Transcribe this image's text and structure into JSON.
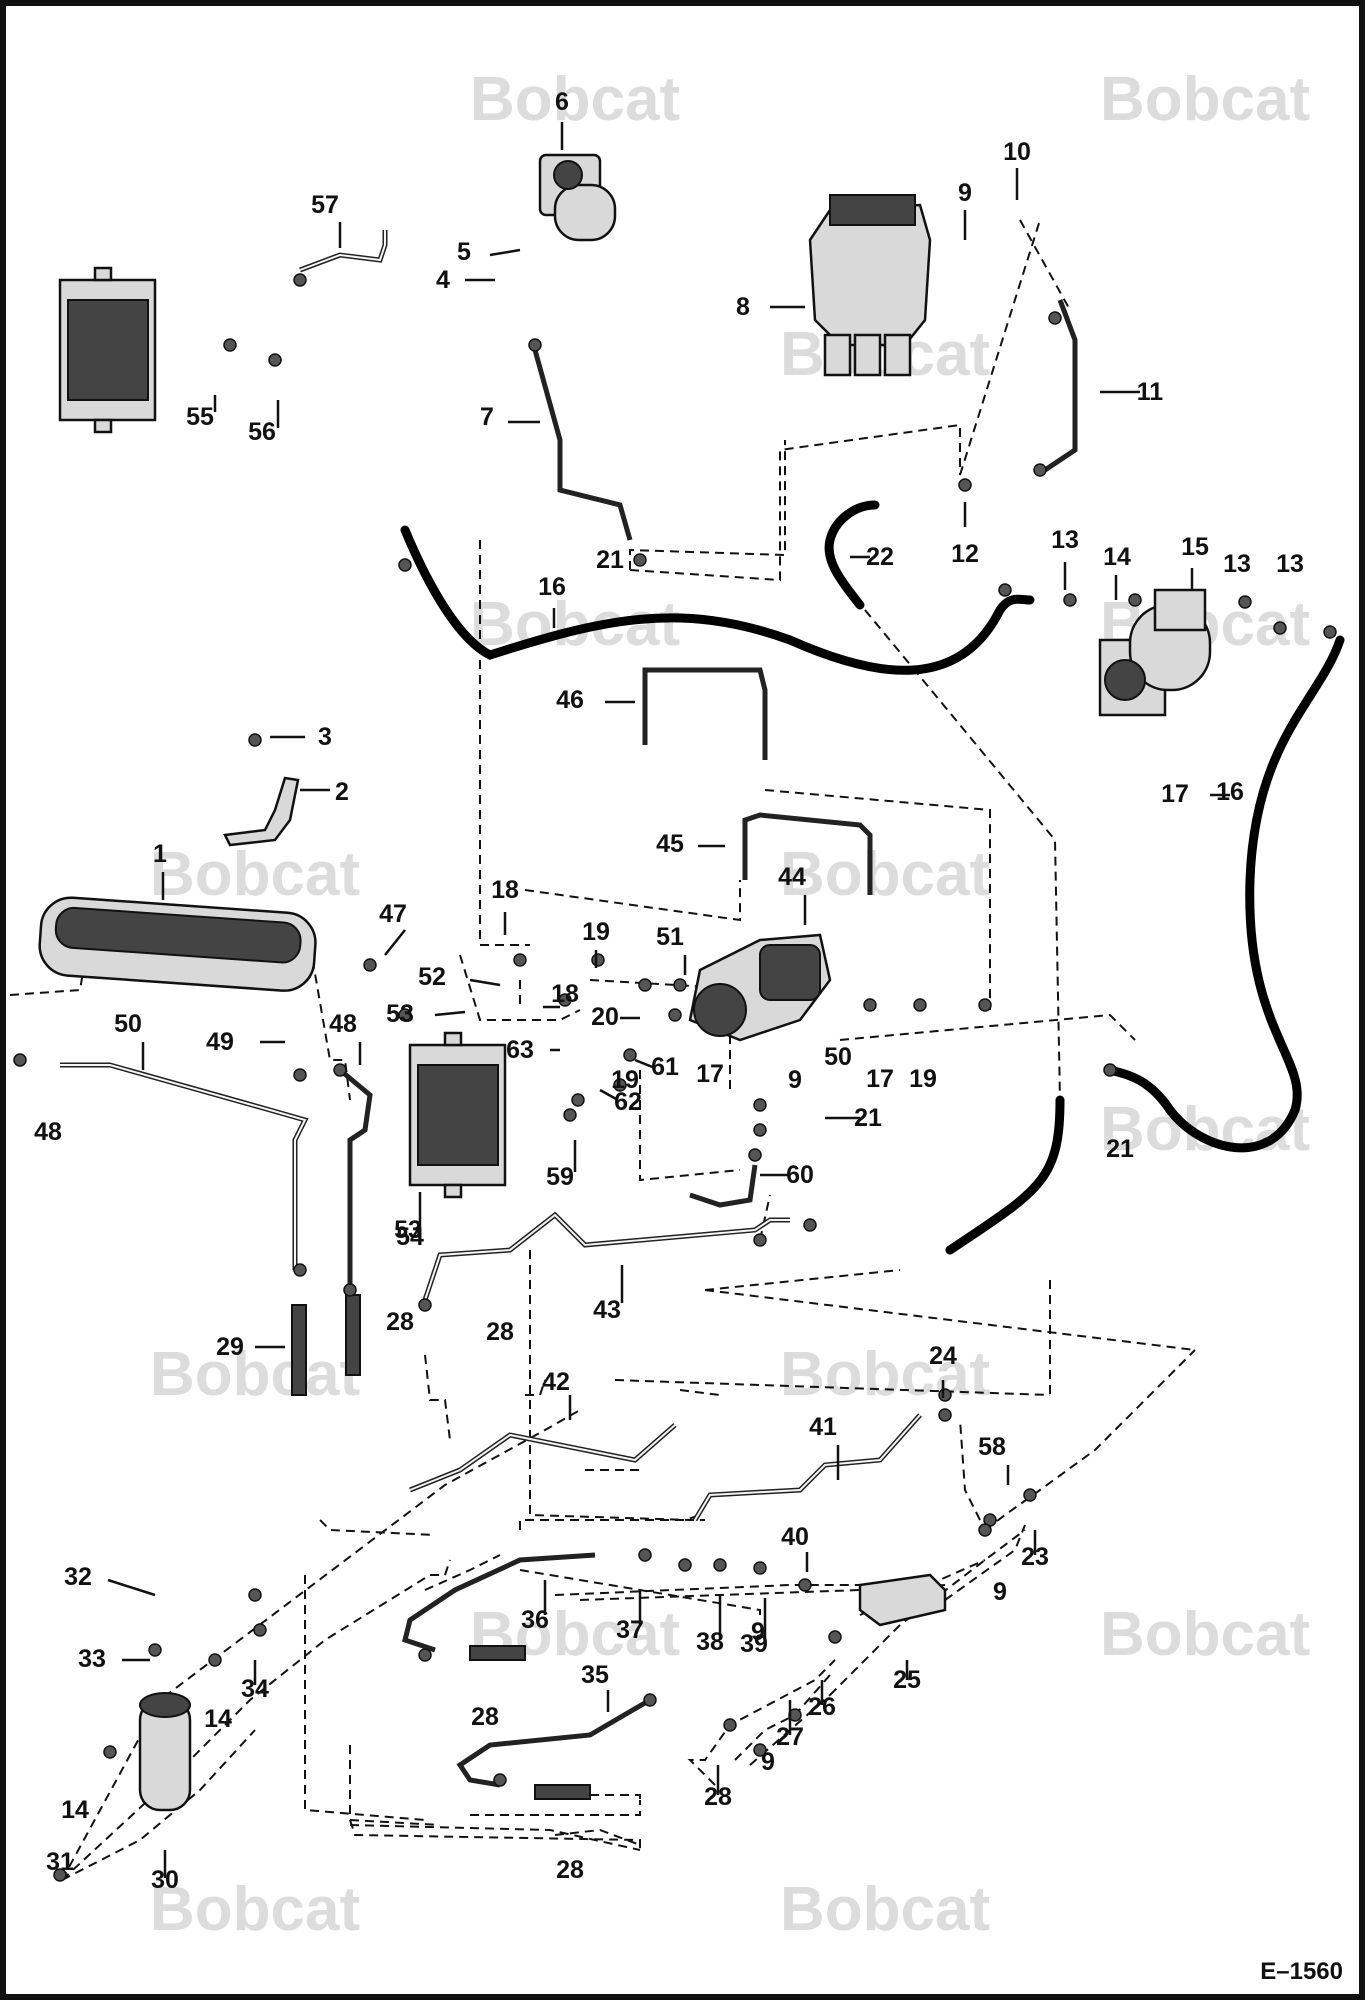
{
  "figure": {
    "id": "E–1560",
    "watermark": "Bobcat"
  },
  "callouts": [
    "1",
    "2",
    "3",
    "4",
    "5",
    "6",
    "7",
    "8",
    "9",
    "10",
    "11",
    "12",
    "13",
    "14",
    "15",
    "16",
    "17",
    "18",
    "19",
    "20",
    "21",
    "22",
    "23",
    "24",
    "25",
    "26",
    "27",
    "28",
    "29",
    "30",
    "31",
    "32",
    "33",
    "34",
    "35",
    "36",
    "37",
    "38",
    "39",
    "40",
    "41",
    "42",
    "43",
    "44",
    "45",
    "46",
    "47",
    "48",
    "49",
    "50",
    "51",
    "52",
    "53",
    "54",
    "55",
    "56",
    "57",
    "58",
    "59",
    "60",
    "61",
    "62",
    "63"
  ]
}
